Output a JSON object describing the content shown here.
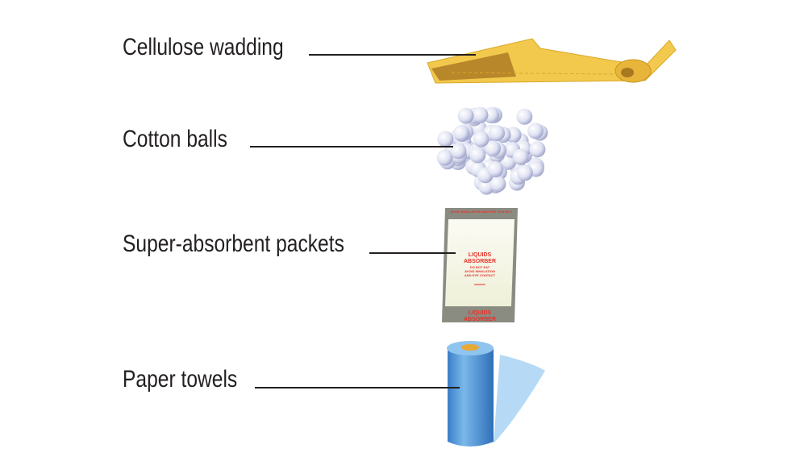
{
  "items": [
    {
      "label": "Cellulose wadding"
    },
    {
      "label": "Cotton balls"
    },
    {
      "label": "Super-absorbent packets"
    },
    {
      "label": "Paper towels"
    }
  ],
  "packet": {
    "top_text": "AVOID INHALATION AND EYE CONTACT",
    "title_line1": "LIQUIDS",
    "title_line2": "ABSORBER",
    "warning1": "DO NOT EAT",
    "warning2": "AVOID INHALATION",
    "warning3": "AND EYE CONTACT",
    "bottom_line1": "LIQUIDS",
    "bottom_line2": "ABSORBER"
  }
}
